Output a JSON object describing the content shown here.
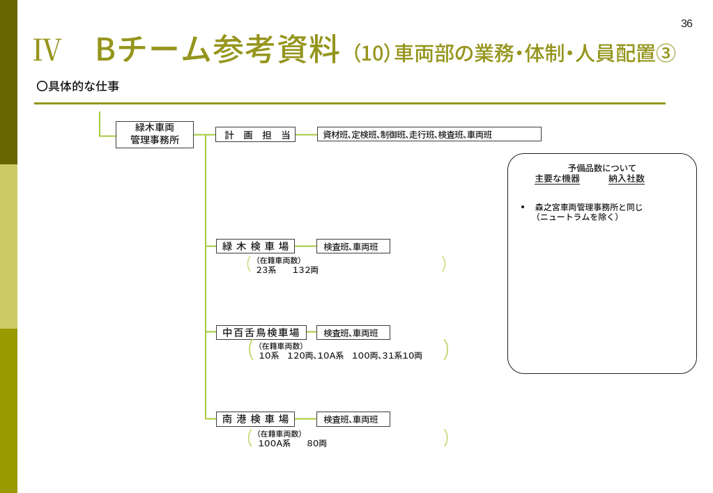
{
  "page": {
    "number": "36"
  },
  "title": {
    "prefix": "Ⅳ",
    "main": "Bチーム参考資料",
    "sub": "（10）車両部の業務・体制・人員配置③"
  },
  "heading": "〇具体的な仕事",
  "org_chart": {
    "root": {
      "line1": "緑木車両",
      "line2": "管理事務所"
    },
    "planning": {
      "label": "計　画　担　当"
    },
    "planning_teams": "資材班、定検班、制御班、走行班、検査班、車両班",
    "bracket_open": "（",
    "bracket_close": "）",
    "depots": [
      {
        "name": "緑 木 検 車 場",
        "teams": "検査班、車両班",
        "fleet_label": "（在籍車両数）",
        "fleet": "２３系　　１３２両"
      },
      {
        "name": "中百舌鳥検車場",
        "teams": "検査班、車両班",
        "fleet_label": "（在籍車両数）",
        "fleet": "１０系　１２０両、１０Ａ系　１００両、３１系１０両"
      },
      {
        "name": "南 港 検 車 場",
        "teams": "検査班、車両班",
        "fleet_label": "（在籍車両数）",
        "fleet": "１００Ａ系　　８０両"
      }
    ]
  },
  "note_box": {
    "title": "予備品数について",
    "col1": "主要な機器",
    "col2": "納入社数",
    "bullet": "・",
    "line1": "森之宮車両管理事務所と同じ",
    "line2": "（ニュートラムを除く）"
  },
  "colors": {
    "bar_top": "#666600",
    "bar_middle": "#cccc66",
    "bar_bottom": "#999900",
    "accent_olive": "#95951d",
    "connector_green": "#a5c93c",
    "bracket_green": "#c9d36f"
  }
}
